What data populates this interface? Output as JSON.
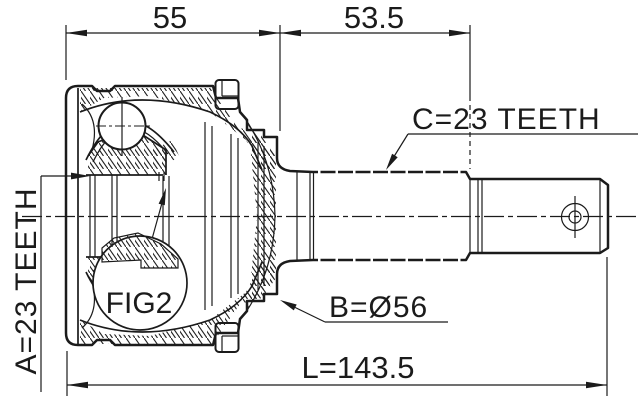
{
  "drawing": {
    "colors": {
      "line": "#1b1b1b",
      "background": "#ffffff"
    },
    "dimensions": {
      "top_left": "55",
      "top_right": "53.5",
      "overall_length": "L=143.5"
    },
    "labels": {
      "outer_spline": "C=23 TEETH",
      "inner_spline": "A=23 TEETH",
      "body_diameter": "B=Ø56",
      "figure_ref": "FIG2"
    }
  }
}
